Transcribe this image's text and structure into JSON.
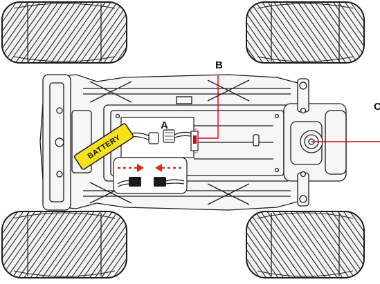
{
  "callouts": {
    "a": "A",
    "b": "B",
    "c": "C"
  },
  "battery_label": "BATTERY",
  "colors": {
    "line": "#1a1a1a",
    "leader": "#d6001c",
    "battery": "#f7e21a",
    "arrow": "#e0281c",
    "tire": "#f2f2f2",
    "chassis_fill": "#f6f6f6"
  },
  "icons": {
    "left_arrow": "connect-arrow-right-icon",
    "right_arrow": "connect-arrow-left-icon"
  }
}
